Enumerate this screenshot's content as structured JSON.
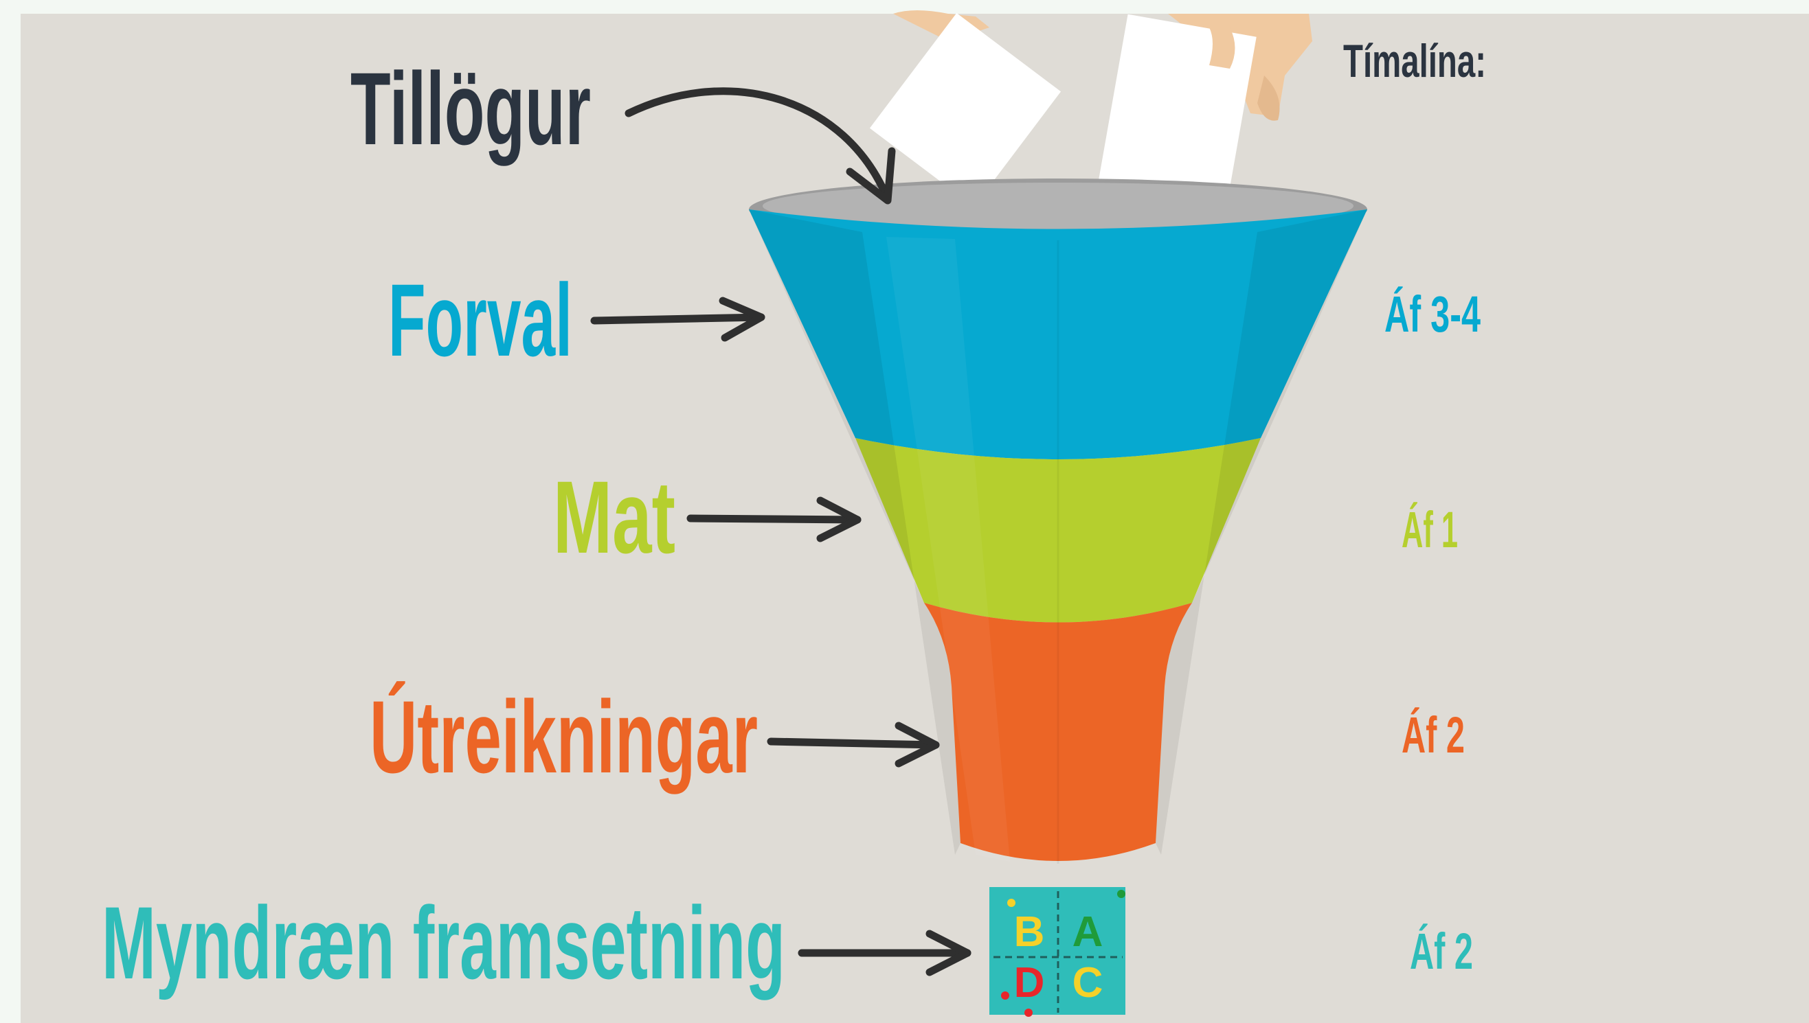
{
  "colors": {
    "page_background": "#f3f8f3",
    "panel_background": "#dfdcd6",
    "dark": "#2b3440",
    "blue": "#06a9d0",
    "green": "#b5cf2e",
    "orange": "#ec6526",
    "teal": "#2fbdb9",
    "paper": "#ffffff",
    "hand": "#f0c9a0",
    "arrow": "#2f2f2f"
  },
  "timeline": {
    "heading": "Tímalína:"
  },
  "stages": [
    {
      "id": "proposals",
      "label": "Tillögur",
      "color": "#2b3440",
      "time": ""
    },
    {
      "id": "preselection",
      "label": "Forval",
      "color": "#06a9d0",
      "time": "Áf 3-4"
    },
    {
      "id": "assessment",
      "label": "Mat",
      "color": "#b5cf2e",
      "time": "Áf 1"
    },
    {
      "id": "calculations",
      "label": "Útreikningar",
      "color": "#ec6526",
      "time": "Áf 2"
    },
    {
      "id": "visual",
      "label": "Myndræn framsetning",
      "color": "#2fbdb9",
      "time": "Áf 2"
    }
  ],
  "matrix": {
    "cells": [
      "B",
      "A",
      "D",
      "C"
    ],
    "cell_colors": [
      "#f5d12a",
      "#1f9b3a",
      "#e8262b",
      "#f5d12a"
    ]
  },
  "icons": {
    "arrow": "curved-arrow-icon",
    "papers": "ballot-paper-icon",
    "hands": "hand-icon",
    "matrix": "abcd-matrix-icon"
  }
}
